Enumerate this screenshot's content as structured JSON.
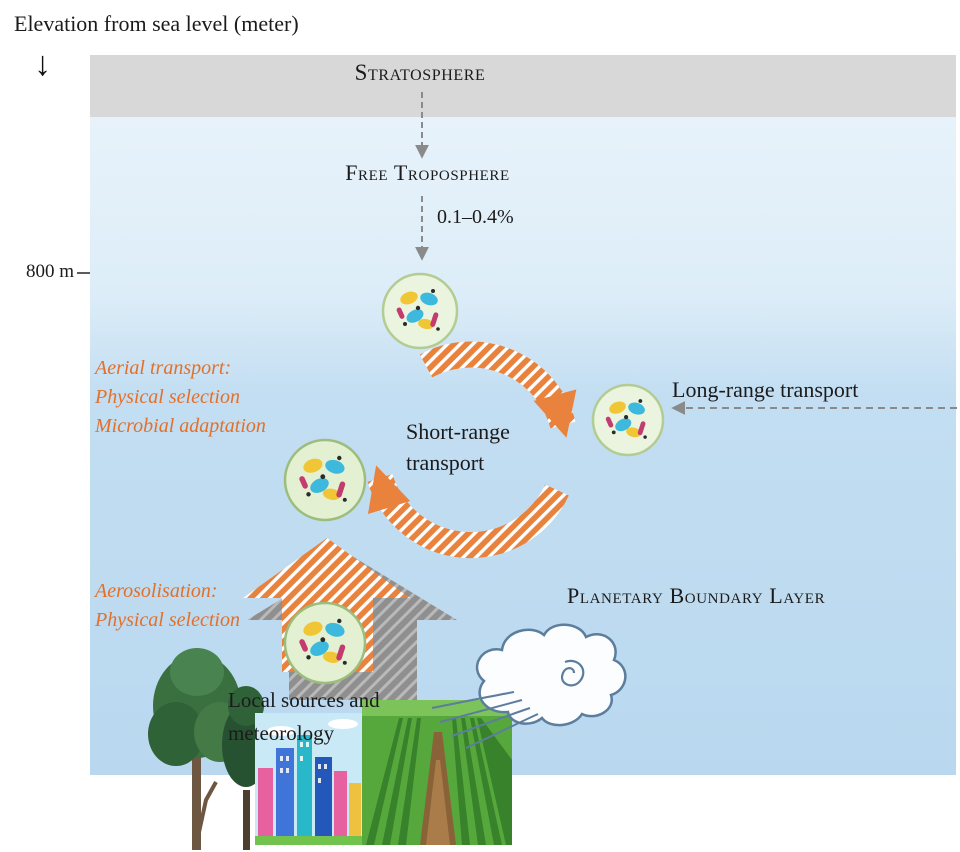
{
  "title": "Elevation from sea level (meter)",
  "icons": {
    "down_arrow": "↓"
  },
  "axis": {
    "tick_800m": "800 m"
  },
  "layers": {
    "stratosphere": "Stratosphere",
    "free_troposphere": "Free Troposphere",
    "planetary_boundary_layer": "Planetary Boundary Layer"
  },
  "flows": {
    "exchange_percent": "0.1–0.4%",
    "short_range": {
      "line1": "Short-range",
      "line2": "transport"
    },
    "long_range": "Long-range transport"
  },
  "processes": {
    "aerial": {
      "line1": "Aerial transport:",
      "line2": "Physical selection",
      "line3": "Microbial adaptation"
    },
    "aerosolisation": {
      "line1": "Aerosolisation:",
      "line2": "Physical selection"
    }
  },
  "sources": {
    "line1": "Local sources and",
    "line2": "meteorology"
  },
  "colors": {
    "accent_orange": "#e2702a",
    "hatch_orange": "#e8823c",
    "arrow_gray": "#8f8f8f",
    "stratosphere_gray": "#d8d8d8",
    "sky_top": "#ebf4fb",
    "sky_bottom": "#b9d8ef",
    "microbe_circle_fill": "#e8f3da",
    "microbe_circle_stroke": "#b2cc93"
  }
}
